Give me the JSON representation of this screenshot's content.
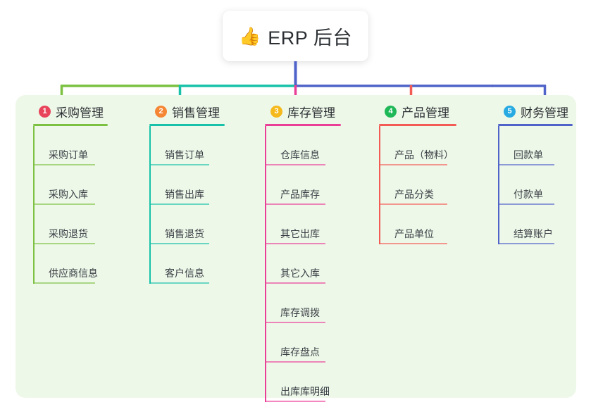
{
  "root": {
    "icon": "thumbs-up-icon",
    "icon_glyph": "👍",
    "title": "ERP 后台"
  },
  "diagram": {
    "type": "mind-map",
    "panel_color": "#eef8e9",
    "root_stem_color": "#4f63c8",
    "columns": [
      {
        "index": "1",
        "badge_label": "1",
        "badge_color": "#e8445a",
        "title": "采购管理",
        "line_color": "#7cc142",
        "leaves": [
          {
            "label": "采购订单"
          },
          {
            "label": "采购入库"
          },
          {
            "label": "采购退货"
          },
          {
            "label": "供应商信息"
          }
        ]
      },
      {
        "index": "2",
        "badge_label": "2",
        "badge_color": "#f58634",
        "title": "销售管理",
        "line_color": "#17c2a8",
        "leaves": [
          {
            "label": "销售订单"
          },
          {
            "label": "销售出库"
          },
          {
            "label": "销售退货"
          },
          {
            "label": "客户信息"
          }
        ]
      },
      {
        "index": "3",
        "badge_label": "3",
        "badge_color": "#f5b91b",
        "title": "库存管理",
        "line_color": "#ea3f97",
        "leaves": [
          {
            "label": "仓库信息"
          },
          {
            "label": "产品库存"
          },
          {
            "label": "其它出库"
          },
          {
            "label": "其它入库"
          },
          {
            "label": "库存调拨"
          },
          {
            "label": "库存盘点"
          },
          {
            "label": "出库库明细"
          }
        ]
      },
      {
        "index": "4",
        "badge_label": "4",
        "badge_color": "#1eb858",
        "title": "产品管理",
        "line_color": "#f25c54",
        "leaves": [
          {
            "label": "产品（物料）"
          },
          {
            "label": "产品分类"
          },
          {
            "label": "产品单位"
          }
        ]
      },
      {
        "index": "5",
        "badge_label": "5",
        "badge_color": "#26aae1",
        "title": "财务管理",
        "line_color": "#4f63c8",
        "leaves": [
          {
            "label": "回款单"
          },
          {
            "label": "付款单"
          },
          {
            "label": "结算账户"
          }
        ]
      }
    ]
  }
}
